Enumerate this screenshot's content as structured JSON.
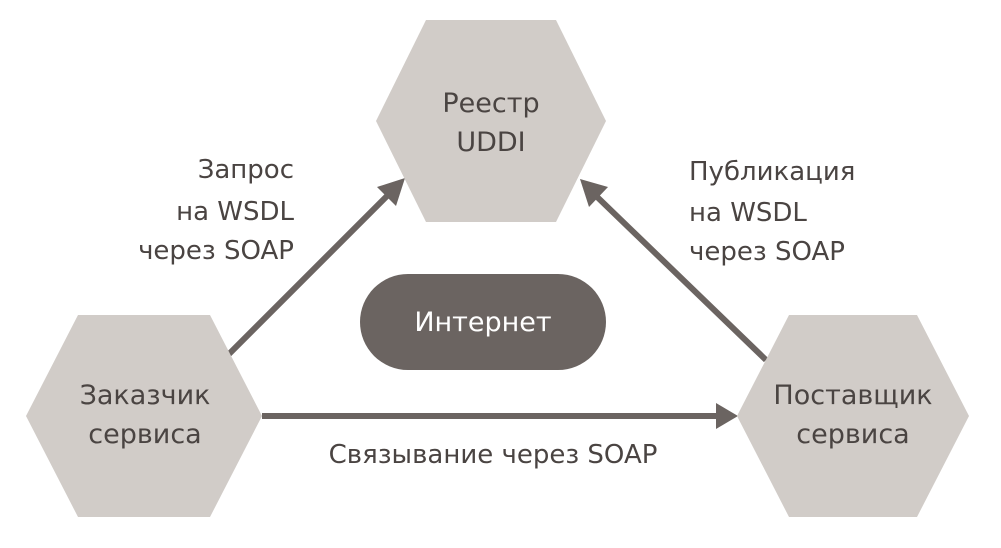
{
  "nodes": {
    "registry": {
      "line1": "Реестр",
      "line2": "UDDI"
    },
    "client": {
      "line1": "Заказчик",
      "line2": "сервиса"
    },
    "provider": {
      "line1": "Поставщик",
      "line2": "сервиса"
    }
  },
  "center": {
    "label": "Интернет"
  },
  "edges": {
    "request": {
      "line1": "Запрос",
      "line2": "на WSDL",
      "line3": "через SOAP"
    },
    "publish": {
      "line1": "Публикация",
      "line2": "на WSDL",
      "line3": "через SOAP"
    },
    "binding": {
      "label": "Связывание через SOAP"
    }
  },
  "colors": {
    "hexagon_fill": "#d1ccc8",
    "arrow": "#6b6461",
    "pill_fill": "#6b6461",
    "text": "#4a4442",
    "pill_text": "#ffffff"
  }
}
